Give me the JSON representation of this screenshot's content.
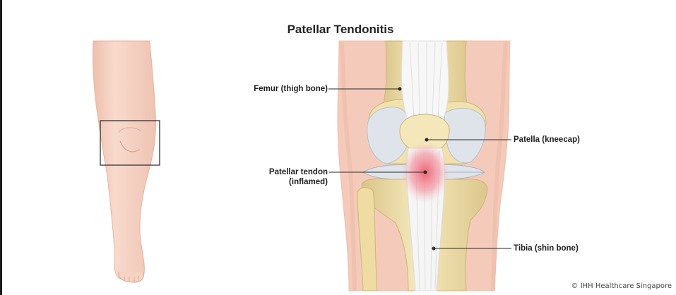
{
  "title": "Patellar Tendonitis",
  "labels": {
    "femur": "Femur (thigh bone)",
    "patella": "Patella (kneecap)",
    "tendon_line1": "Patellar tendon",
    "tendon_line2": "(inflamed)",
    "tibia": "Tibia (shin bone)"
  },
  "copyright": "© IHH Healthcare Singapore",
  "colors": {
    "skin": "#f6d3c4",
    "skin_shadow": "#e9b9a6",
    "bone": "#f3e4b0",
    "bone_shadow": "#d8c384",
    "cartilage": "#d9dee6",
    "tendon": "#f4f4f4",
    "inflammation": "#ef6f7f"
  }
}
